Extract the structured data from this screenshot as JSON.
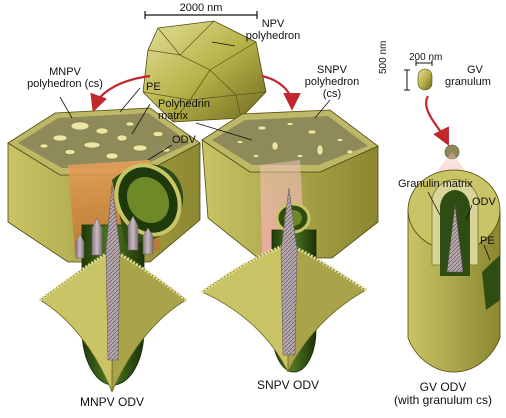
{
  "labels": {
    "scale_main": "2000 nm",
    "npv": [
      "NPV",
      "polyhedron"
    ],
    "mnpv": [
      "MNPV",
      "polyhedron (cs)"
    ],
    "snpv": [
      "SNPV",
      "polyhedron",
      "(cs)"
    ],
    "pe": "PE",
    "matrix": [
      "Polyhedrin",
      "matrix"
    ],
    "odv": "ODV",
    "scale_gv_h": "200 nm",
    "scale_gv_v": "500 nm",
    "gv": [
      "GV",
      "granulum"
    ],
    "granulin": "Granulin matrix",
    "gv_odv": "ODV",
    "gv_pe": "PE",
    "bottom_mnpv": "MNPV ODV",
    "bottom_snpv": "SNPV ODV",
    "bottom_gv": [
      "GV ODV",
      "(with granulum cs)"
    ]
  },
  "colors": {
    "olive": "#b9b34a",
    "olive_light": "#dcd98a",
    "olive_dark": "#6e6a1f",
    "green_dark": "#2f4d12",
    "arrow_red": "#c1272d",
    "orange": "#d98a3a",
    "pink": "#f1b8b6",
    "capsid": "#a89aa0"
  }
}
